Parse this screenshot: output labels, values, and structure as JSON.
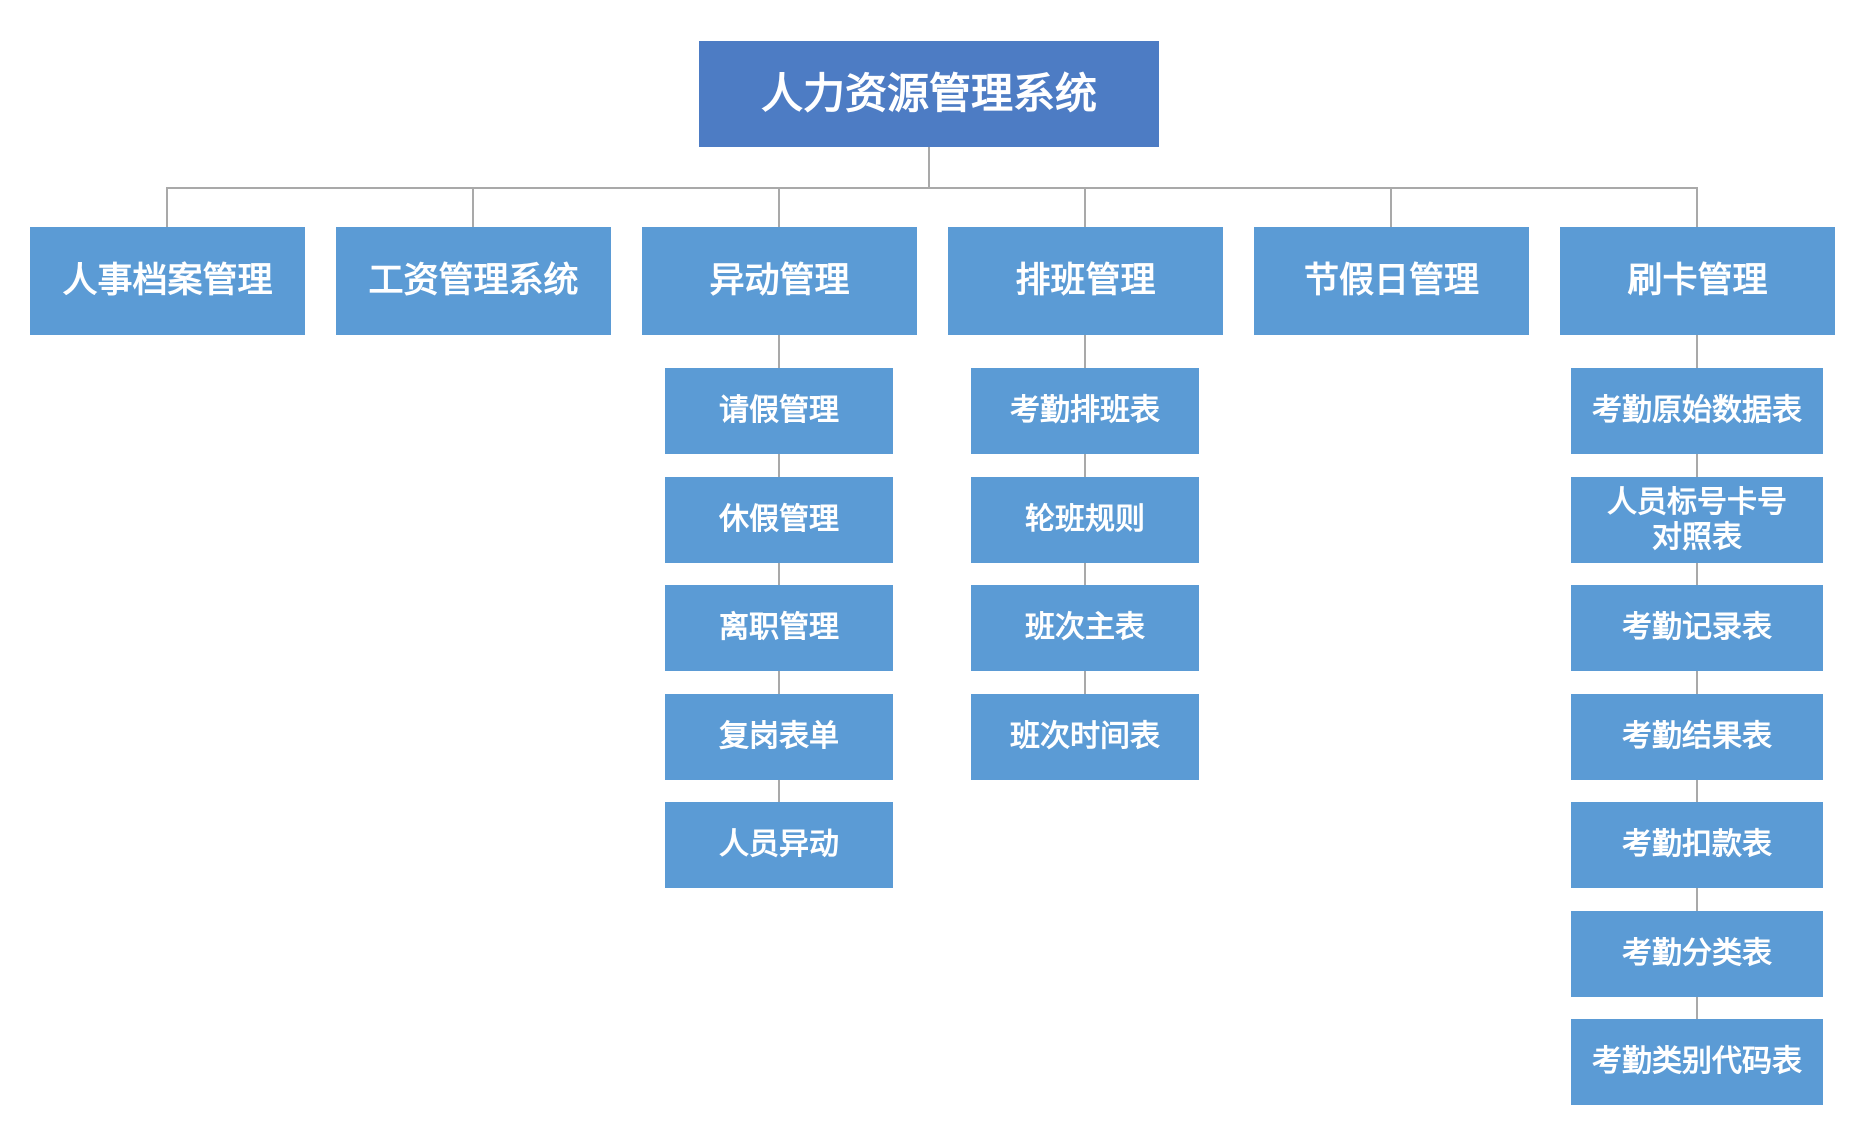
{
  "chart": {
    "root": {
      "label": "人力资源管理系统"
    },
    "branches": [
      {
        "label": "人事档案管理",
        "children": []
      },
      {
        "label": "工资管理系统",
        "children": []
      },
      {
        "label": "异动管理",
        "children": [
          "请假管理",
          "休假管理",
          "离职管理",
          "复岗表单",
          "人员异动"
        ]
      },
      {
        "label": "排班管理",
        "children": [
          "考勤排班表",
          "轮班规则",
          "班次主表",
          "班次时间表"
        ]
      },
      {
        "label": "节假日管理",
        "children": []
      },
      {
        "label": "刷卡管理",
        "children": [
          "考勤原始数据表",
          "人员标号卡号\n对照表",
          "考勤记录表",
          "考勤结果表",
          "考勤扣款表",
          "考勤分类表",
          "考勤类别代码表"
        ]
      }
    ]
  },
  "colors": {
    "root_fill": "#4d7cc4",
    "branch_fill": "#5b9bd5",
    "connector": "#a9a9a9",
    "text": "#ffffff",
    "background": "#ffffff"
  }
}
